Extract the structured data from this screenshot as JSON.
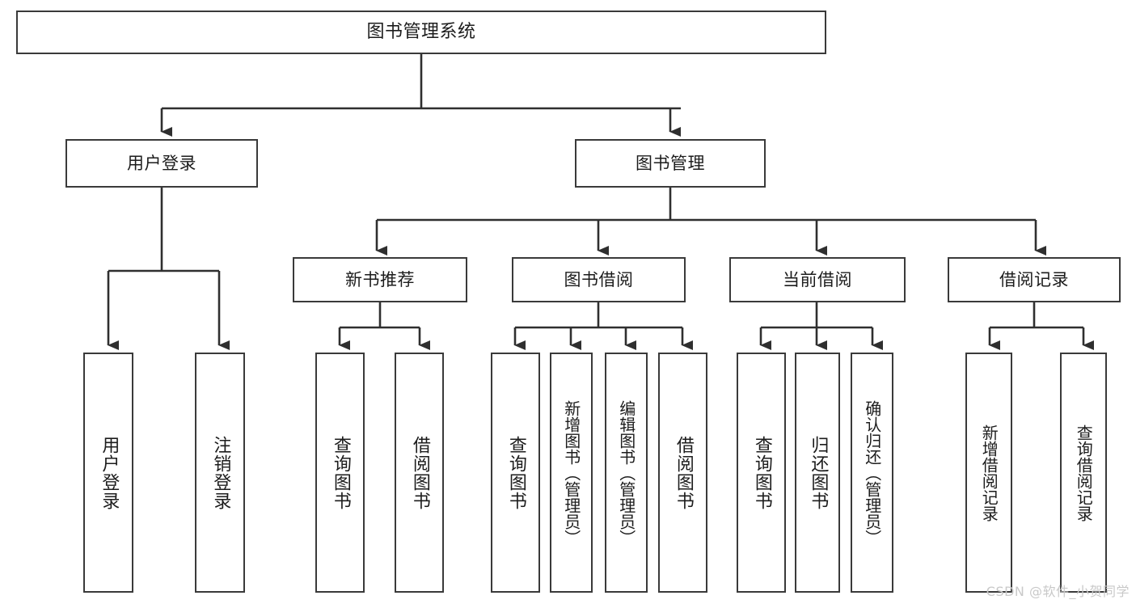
{
  "diagram": {
    "type": "tree-hierarchy",
    "title": "图书管理系统",
    "watermark": "CSDN @软件_小贺同学",
    "colors": {
      "box_border": "#3a3a3a",
      "box_fill": "#ffffff",
      "connector": "#2f2f2f",
      "text": "#1c1c1c",
      "watermark": "#c9c9c9",
      "background": "#ffffff"
    },
    "nodes": {
      "root": {
        "label": "图书管理系统"
      },
      "level2": [
        {
          "label": "用户登录"
        },
        {
          "label": "图书管理"
        }
      ],
      "level3": [
        {
          "label": "新书推荐"
        },
        {
          "label": "图书借阅"
        },
        {
          "label": "当前借阅"
        },
        {
          "label": "借阅记录"
        }
      ],
      "leaves": [
        {
          "label": "用户登录",
          "parent": "用户登录"
        },
        {
          "label": "注销登录",
          "parent": "用户登录"
        },
        {
          "label": "查询图书",
          "parent": "新书推荐"
        },
        {
          "label": "借阅图书",
          "parent": "新书推荐"
        },
        {
          "label": "查询图书",
          "parent": "图书借阅"
        },
        {
          "label": "新增图书（管理员）",
          "parent": "图书借阅"
        },
        {
          "label": "编辑图书（管理员）",
          "parent": "图书借阅"
        },
        {
          "label": "借阅图书",
          "parent": "图书借阅"
        },
        {
          "label": "查询图书",
          "parent": "当前借阅"
        },
        {
          "label": "归还图书",
          "parent": "当前借阅"
        },
        {
          "label": "确认归还（管理员）",
          "parent": "当前借阅"
        },
        {
          "label": "新增借阅记录",
          "parent": "借阅记录"
        },
        {
          "label": "查询借阅记录",
          "parent": "借阅记录"
        }
      ]
    }
  }
}
